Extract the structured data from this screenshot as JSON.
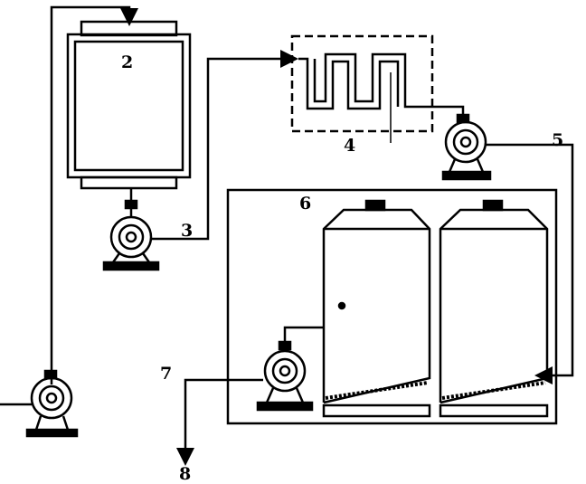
{
  "labels": {
    "l2": "2",
    "l3": "3",
    "l4": "4",
    "l5": "5",
    "l6": "6",
    "l7": "7",
    "l8": "8"
  },
  "colors": {
    "line": "#000000",
    "background": "#ffffff"
  }
}
